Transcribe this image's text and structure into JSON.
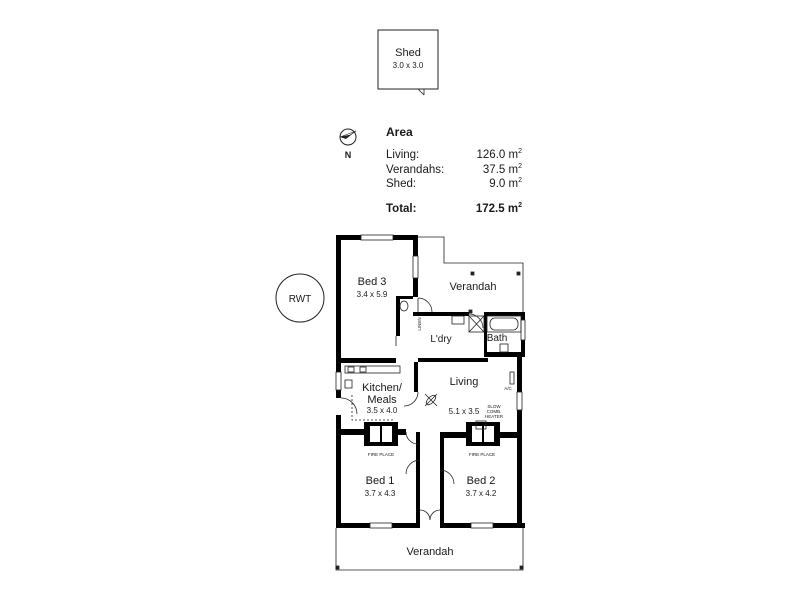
{
  "shed": {
    "name": "Shed",
    "dims": "3.0 x 3.0"
  },
  "compass": {
    "label": "N"
  },
  "area": {
    "title": "Area",
    "unit_base": "m",
    "unit_exp": "2",
    "rows": [
      {
        "label": "Living:",
        "value": "126.0"
      },
      {
        "label": "Verandahs:",
        "value": "37.5"
      },
      {
        "label": "Shed:",
        "value": "9.0"
      }
    ],
    "total": {
      "label": "Total:",
      "value": "172.5"
    }
  },
  "rwt": {
    "label": "RWT"
  },
  "rooms": {
    "bed3": {
      "name": "Bed 3",
      "dims": "3.4 x 5.9"
    },
    "verandah_top": {
      "name": "Verandah"
    },
    "ldry": {
      "name": "L'dry"
    },
    "bath": {
      "name": "Bath"
    },
    "kitchen": {
      "name_line1": "Kitchen/",
      "name_line2": "Meals",
      "dims": "3.5 x 4.0"
    },
    "living": {
      "name": "Living",
      "dims": "5.1 x 3.5"
    },
    "bed1": {
      "name": "Bed 1",
      "dims": "3.7 x 4.3"
    },
    "bed2": {
      "name": "Bed 2",
      "dims": "3.7 x 4.2"
    },
    "verandah_bottom": {
      "name": "Verandah"
    }
  },
  "small_labels": {
    "linen": "LINEN",
    "ac": "A/C",
    "heater_line1": "SLOW",
    "heater_line2": "COMB.",
    "heater_line3": "HEATER",
    "fireplace_left": "FIRE PLACE",
    "fireplace_right": "FIRE PLACE"
  }
}
